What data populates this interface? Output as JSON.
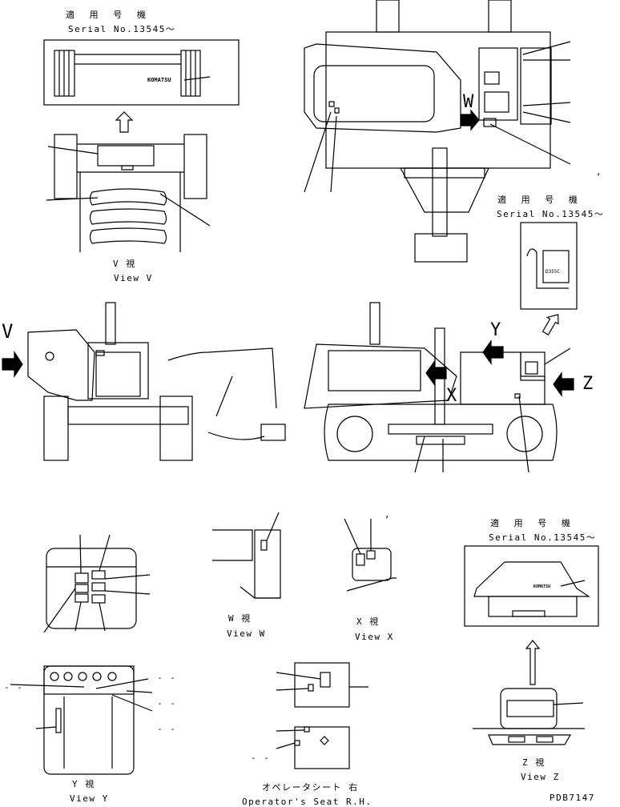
{
  "labels": {
    "serial_top_jp": "適 用 号 機",
    "serial_top": "Serial No.13545～",
    "serial_right_jp": "適 用 号 機",
    "serial_right": "Serial No.13545～",
    "serial_z_jp": "適 用 号 機",
    "serial_z": "Serial No.13545～",
    "view_v_jp": "V  視",
    "view_v": "View V",
    "view_w_jp": "W  視",
    "view_w": "View W",
    "view_x_jp": "X  視",
    "view_x": "View X",
    "view_y_jp": "Y  視",
    "view_y": "View Y",
    "view_z_jp": "Z  視",
    "view_z": "View Z",
    "seat_jp": "オペレータシート  右",
    "seat": "Operator's Seat R.H.",
    "code": "PDB7147",
    "arrow_v": "V",
    "arrow_w": "W",
    "arrow_x": "X",
    "arrow_y": "Y",
    "arrow_z": "Z",
    "brand": "KOMATSU",
    "plate": "D355C",
    "comma1": ",",
    "comma2": ",",
    "dash_y1": "- -",
    "dash_y2": "- -",
    "dash_y3": "- -",
    "dash_y4": "- -",
    "dash_seat": "- -"
  }
}
